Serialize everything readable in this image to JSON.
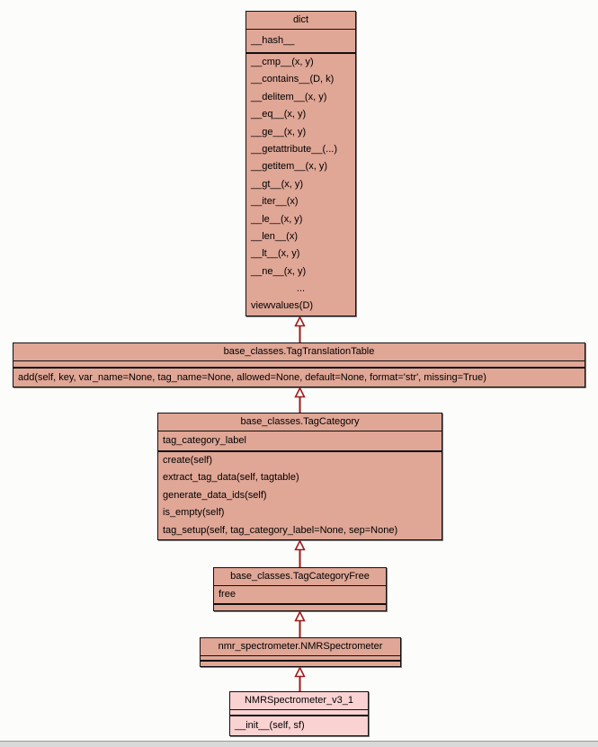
{
  "diagram": {
    "kind": "uml-class-inheritance-diagram",
    "colors": {
      "node_fill": "#E0A696",
      "highlight_fill": "#FBD2D2",
      "node_border": "#101010",
      "edge": "#9E1A1A",
      "background": "#FCFDFA",
      "bottom_bar": "#D9D9D9"
    },
    "classes": [
      {
        "title": "dict",
        "highlight": false,
        "attributes": [
          "__hash__"
        ],
        "methods": [
          "__cmp__(x, y)",
          "__contains__(D, k)",
          "__delitem__(x, y)",
          "__eq__(x, y)",
          "__ge__(x, y)",
          "__getattribute__(...)",
          "__getitem__(x, y)",
          "__gt__(x, y)",
          "__iter__(x)",
          "__le__(x, y)",
          "__len__(x)",
          "__lt__(x, y)",
          "__ne__(x, y)",
          "...",
          "viewvalues(D)"
        ]
      },
      {
        "title": "base_classes.TagTranslationTable",
        "highlight": false,
        "attributes": [],
        "methods": [
          "add(self, key, var_name=None, tag_name=None, allowed=None, default=None, format='str', missing=True)"
        ]
      },
      {
        "title": "base_classes.TagCategory",
        "highlight": false,
        "attributes": [
          "tag_category_label"
        ],
        "methods": [
          "create(self)",
          "extract_tag_data(self, tagtable)",
          "generate_data_ids(self)",
          "is_empty(self)",
          "tag_setup(self, tag_category_label=None, sep=None)"
        ]
      },
      {
        "title": "base_classes.TagCategoryFree",
        "highlight": false,
        "attributes": [
          "free"
        ],
        "methods": []
      },
      {
        "title": "nmr_spectrometer.NMRSpectrometer",
        "highlight": false,
        "attributes": [],
        "methods": []
      },
      {
        "title": "NMRSpectrometer_v3_1",
        "highlight": true,
        "attributes": [],
        "methods": [
          "__init__(self, sf)"
        ]
      }
    ],
    "edges": [
      {
        "from": "base_classes.TagTranslationTable",
        "to": "dict",
        "relation": "inherits"
      },
      {
        "from": "base_classes.TagCategory",
        "to": "base_classes.TagTranslationTable",
        "relation": "inherits"
      },
      {
        "from": "base_classes.TagCategoryFree",
        "to": "base_classes.TagCategory",
        "relation": "inherits"
      },
      {
        "from": "nmr_spectrometer.NMRSpectrometer",
        "to": "base_classes.TagCategoryFree",
        "relation": "inherits"
      },
      {
        "from": "NMRSpectrometer_v3_1",
        "to": "nmr_spectrometer.NMRSpectrometer",
        "relation": "inherits"
      }
    ]
  }
}
